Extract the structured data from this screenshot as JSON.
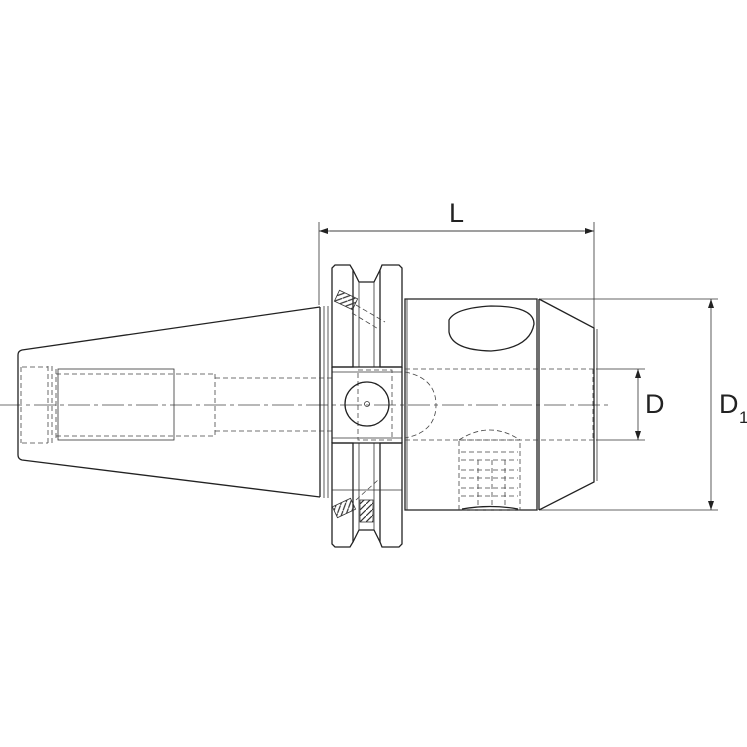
{
  "drawing": {
    "dimensions": {
      "length_label": "L",
      "bore_label": "D",
      "outer_diameter_label": "D",
      "outer_diameter_subscript": "1"
    },
    "line_color": "#222222",
    "background": "#ffffff"
  }
}
